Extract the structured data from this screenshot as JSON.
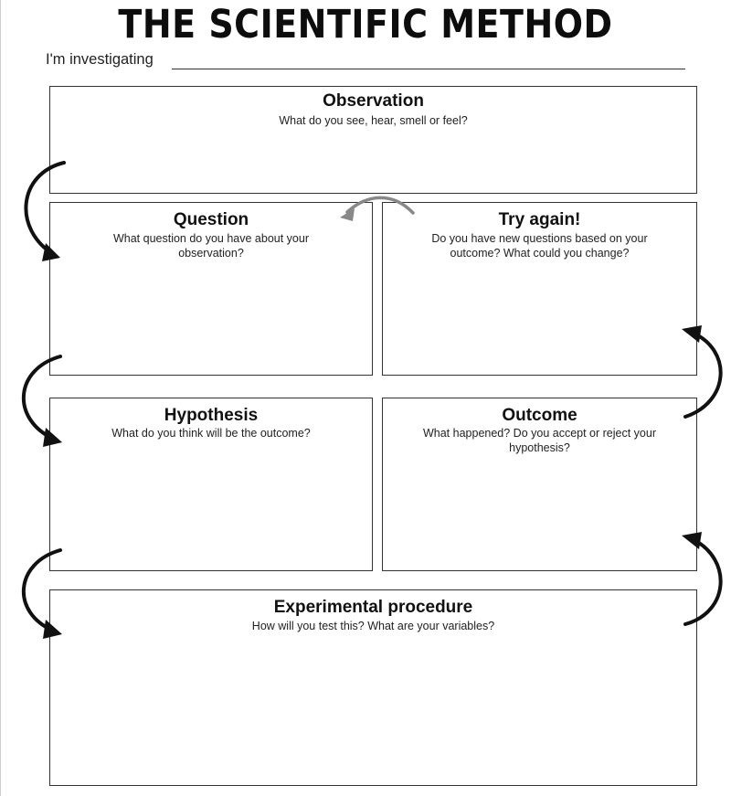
{
  "worksheet": {
    "title": "THE SCIENTIFIC METHOD",
    "investigating_label": "I'm investigating"
  },
  "boxes": {
    "observation": {
      "title": "Observation",
      "prompt": "What do you see, hear, smell or feel?"
    },
    "question": {
      "title": "Question",
      "prompt": "What question do you have about your observation?"
    },
    "try_again": {
      "title": "Try again!",
      "prompt": "Do you have new questions based on your outcome? What could you change?"
    },
    "hypothesis": {
      "title": "Hypothesis",
      "prompt": "What do you think will be the outcome?"
    },
    "outcome": {
      "title": "Outcome",
      "prompt": "What happened? Do you accept or reject your hypothesis?"
    },
    "procedure": {
      "title": "Experimental procedure",
      "prompt": "How will you test this? What are your variables?"
    }
  },
  "colors": {
    "border": "#333333",
    "arrow": "#111111",
    "arrow_light": "#888888"
  }
}
